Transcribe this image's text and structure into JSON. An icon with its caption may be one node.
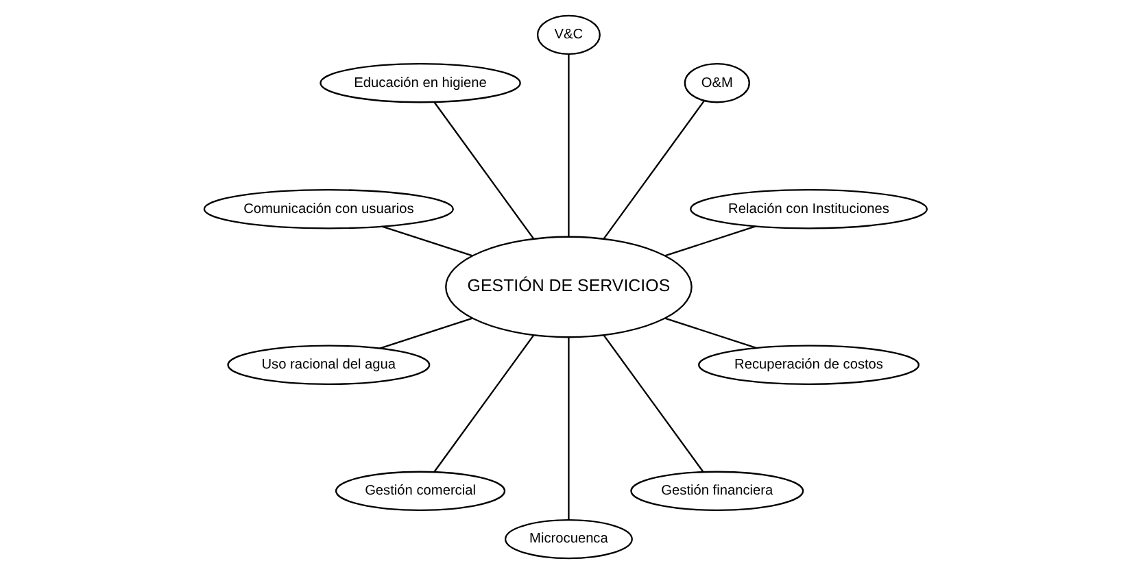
{
  "diagram": {
    "nodes": [
      {
        "text": [
          "Relación con Instituciones"
        ]
      },
      {
        "text": [
          "O&M"
        ]
      },
      {
        "text": [
          "V&C"
        ]
      },
      {
        "text": [
          "Educación en higiene"
        ]
      },
      {
        "text": [
          "Comunicación con usuarios"
        ]
      },
      {
        "text": [
          "GESTIÓN DE SERVICIOS"
        ]
      },
      {
        "text": [
          "Uso racional del agua"
        ]
      },
      {
        "text": [
          "Gestión comercial"
        ]
      },
      {
        "text": [
          "Microcuenca"
        ]
      },
      {
        "text": [
          "Gestión financiera"
        ]
      },
      {
        "text": [
          "Recuperación de costos"
        ]
      }
    ],
    "edges": [
      {
        "from": 5,
        "to": 1,
        "arrow": "none"
      },
      {
        "from": 5,
        "to": 2,
        "arrow": "none"
      },
      {
        "from": 5,
        "to": 3,
        "arrow": "none"
      },
      {
        "from": 5,
        "to": 6,
        "arrow": "none"
      },
      {
        "from": 5,
        "to": 8,
        "arrow": "none"
      },
      {
        "from": 5,
        "to": 10,
        "arrow": "none"
      },
      {
        "from": 5,
        "to": 9,
        "arrow": "none"
      },
      {
        "from": 5,
        "to": 7,
        "arrow": "none"
      },
      {
        "from": 5,
        "to": 4,
        "arrow": "none"
      },
      {
        "from": 5,
        "to": 0,
        "arrow": "none"
      }
    ]
  }
}
